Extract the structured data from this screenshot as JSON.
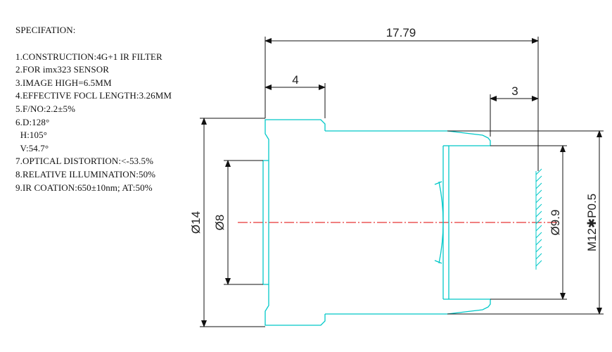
{
  "spec": {
    "title": "SPECIFATION:",
    "lines": [
      "1.CONSTRUCTION:4G+1 IR FILTER",
      "2.FOR imx323 SENSOR",
      "3.IMAGE HIGH=6.5MM",
      "4.EFFECTIVE FOCL LENGTH:3.26MM",
      "5.F/NO:2.2±5%",
      "6.D:128°",
      "  H:105°",
      "  V:54.7°",
      "7.OPTICAL DISTORTION:<-53.5%",
      "8.RELATIVE ILLUMINATION:50%",
      "9.IR COATION:650±10nm; AT:50%"
    ]
  },
  "dimensions": {
    "total_length": "17.79",
    "front_length": "4",
    "rear_length": "3",
    "outer_diameter": "Ø14",
    "front_diameter": "Ø8",
    "image_diameter": "Ø9.9",
    "thread": "M12✱P0.5"
  },
  "colors": {
    "outline": "#00c8c8",
    "dimension": "#111111",
    "axis": "#e00000"
  }
}
